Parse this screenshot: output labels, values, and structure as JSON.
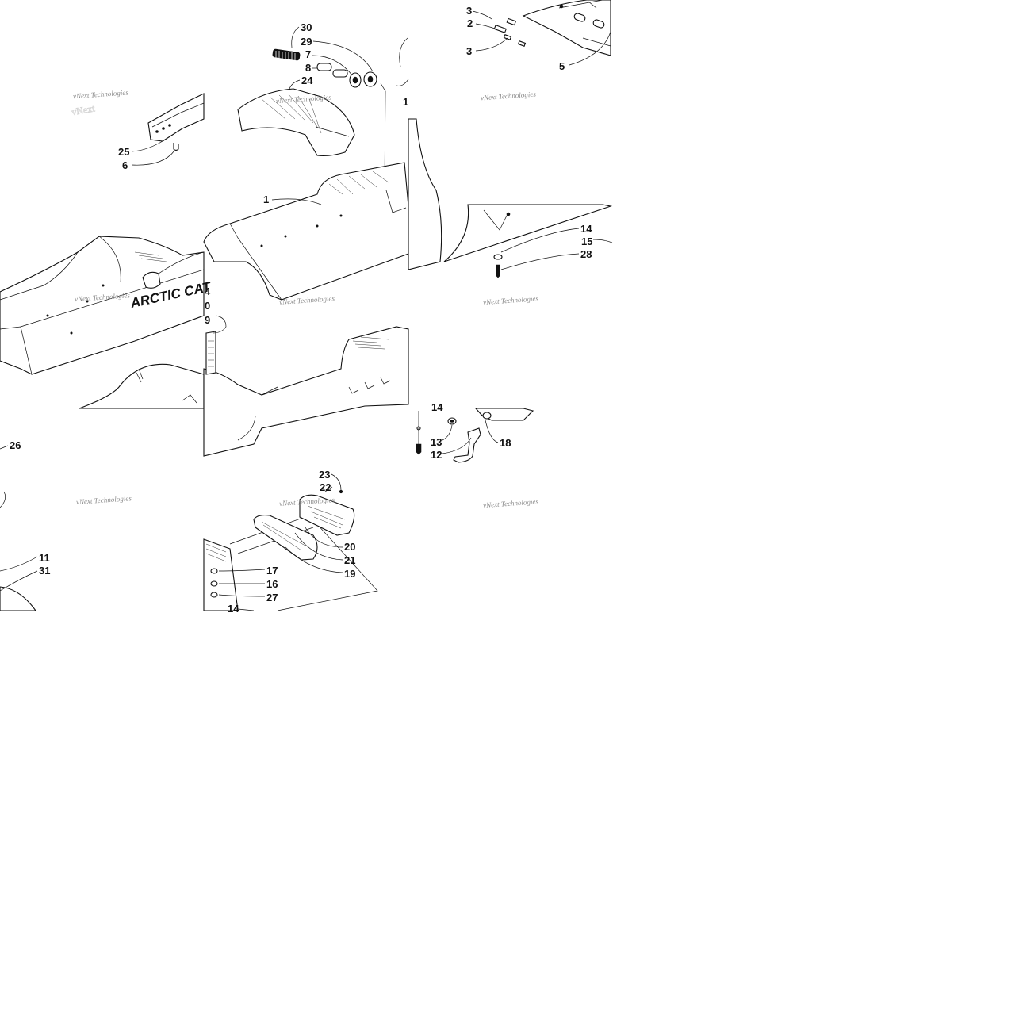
{
  "brand_text": "ARCTIC CAT",
  "watermark_text": "vNext Technologies",
  "callouts": {
    "c30": "30",
    "c29": "29",
    "c7": "7",
    "c8": "8",
    "c24": "24",
    "c1_tank": "1",
    "c1": "1",
    "c25": "25",
    "c6": "6",
    "c3a": "3",
    "c2": "2",
    "c3b": "3",
    "c5": "5",
    "c14a": "14",
    "c15": "15",
    "c28": "28",
    "c4": "4",
    "c10": "0",
    "c9": "9",
    "c26": "26",
    "c14b": "14",
    "c13": "13",
    "c12": "12",
    "c18": "18",
    "c23": "23",
    "c22": "22",
    "c20": "20",
    "c21": "21",
    "c19": "19",
    "c17": "17",
    "c16": "16",
    "c27": "27",
    "c14c": "14",
    "c11": "11",
    "c31": "31"
  }
}
